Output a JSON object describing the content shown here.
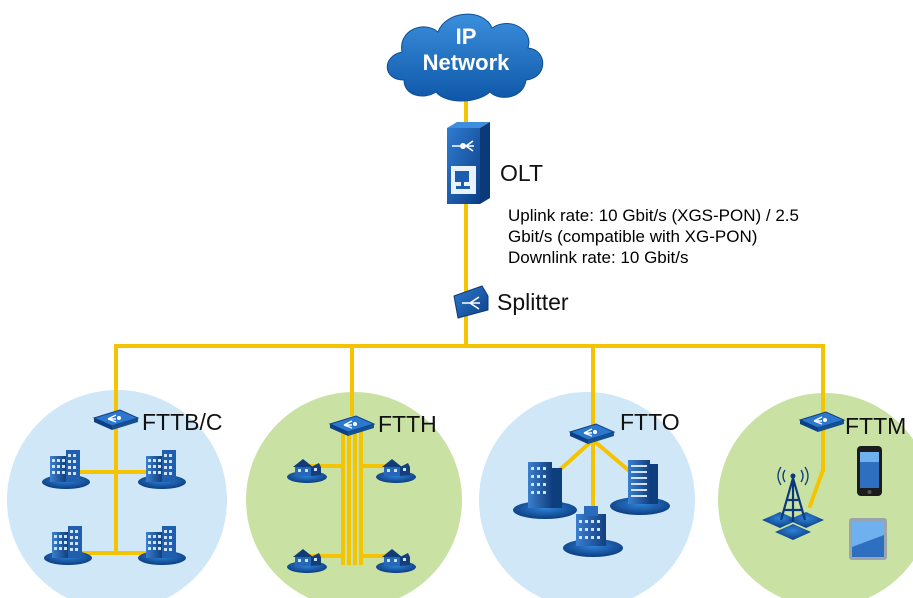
{
  "network": {
    "line1": "IP",
    "line2": "Network"
  },
  "olt": {
    "label": "OLT"
  },
  "rates": {
    "line1": "Uplink rate: 10 Gbit/s (XGS-PON) / 2.5",
    "line2": "Gbit/s (compatible with XG-PON)",
    "line3": "Downlink rate: 10 Gbit/s"
  },
  "splitter": {
    "label": "Splitter"
  },
  "scenarios": [
    {
      "label": "FTTB/C"
    },
    {
      "label": "FTTH"
    },
    {
      "label": "FTTO"
    },
    {
      "label": "FTTM"
    }
  ],
  "colors": {
    "fiber": "#f5c400",
    "cloud": "#1565c0",
    "device": "#1e5aa8",
    "zone_blue": "#cfe7f7",
    "zone_green": "#c9e2a4"
  }
}
